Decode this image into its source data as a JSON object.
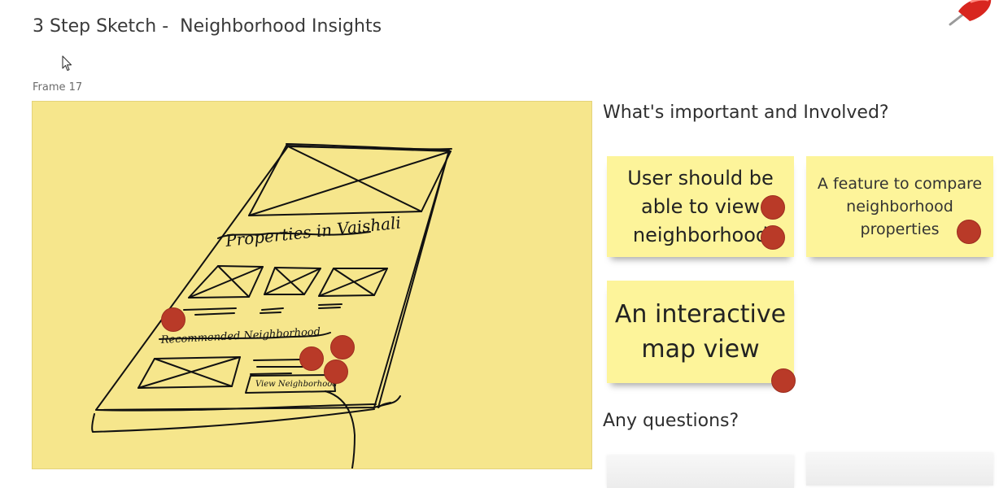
{
  "board": {
    "title": "3 Step Sketch -  Neighborhood Insights"
  },
  "frame": {
    "label": "Frame 17",
    "sketch_texts": {
      "properties": "Properties in Vaishali",
      "recommended": "Recommended Neighborhood",
      "view_button": "View Neighborhood"
    }
  },
  "sections": {
    "important_heading": "What's important and Involved?",
    "questions_heading": "Any questions?"
  },
  "stickies": [
    {
      "text": "User should be\nable to view\nneighborhood"
    },
    {
      "text": "A feature to compare\nneighborhood\nproperties"
    },
    {
      "text": "An interactive\nmap view"
    }
  ],
  "colors": {
    "frame_background": "#f6e68c",
    "sticky_background": "#fdf49a",
    "vote_dot": "#b93a28",
    "pin": "#d8261f"
  },
  "icons": {
    "cursor": "arrow-cursor-icon",
    "pin": "push-pin-icon",
    "vote": "vote-dot-icon"
  }
}
